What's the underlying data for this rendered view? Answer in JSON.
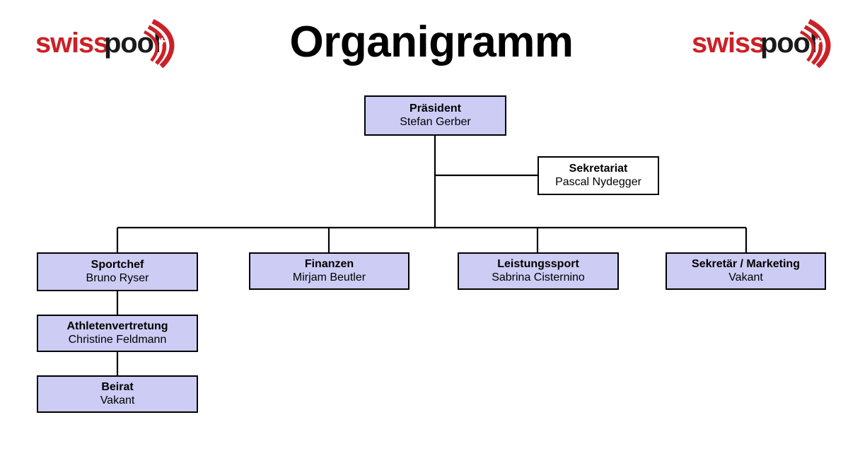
{
  "page": {
    "title": "Organigramm",
    "background_color": "#ffffff",
    "box_fill_color": "#ccccf5",
    "box_fill_color_alt": "#ffffff",
    "border_color": "#000000",
    "connector_color": "#000000"
  },
  "logos": [
    {
      "name": "swisspool-logo-left",
      "text_part_1": "swiss",
      "text_part_2": "pool",
      "color_1": "#cc2027",
      "color_2": "#1a1a1a",
      "swoosh_color": "#cc2027"
    },
    {
      "name": "swisspool-logo-right",
      "text_part_1": "swiss",
      "text_part_2": "pool",
      "color_1": "#cc2027",
      "color_2": "#1a1a1a",
      "swoosh_color": "#cc2027"
    }
  ],
  "chart_data": {
    "type": "diagram",
    "diagram_kind": "org-chart",
    "title": "Organigramm",
    "nodes": [
      {
        "id": "praesident",
        "role": "Präsident",
        "person": "Stefan Gerber",
        "fill": "#ccccf5",
        "level": 0
      },
      {
        "id": "sekretariat",
        "role": "Sekretariat",
        "person": "Pascal Nydegger",
        "fill": "#ffffff",
        "level": 1
      },
      {
        "id": "sportchef",
        "role": "Sportchef",
        "person": "Bruno Ryser",
        "fill": "#ccccf5",
        "level": 2
      },
      {
        "id": "finanzen",
        "role": "Finanzen",
        "person": "Mirjam Beutler",
        "fill": "#ccccf5",
        "level": 2
      },
      {
        "id": "leistungssport",
        "role": "Leistungssport",
        "person": "Sabrina Cisternino",
        "fill": "#ccccf5",
        "level": 2
      },
      {
        "id": "sekretaer",
        "role": "Sekretär / Marketing",
        "person": "Vakant",
        "fill": "#ccccf5",
        "level": 2
      },
      {
        "id": "athletenvertretung",
        "role": "Athletenvertretung",
        "person": "Christine Feldmann",
        "fill": "#ccccf5",
        "level": 3
      },
      {
        "id": "beirat",
        "role": "Beirat",
        "person": "Vakant",
        "fill": "#ccccf5",
        "level": 4
      }
    ],
    "edges": [
      {
        "from": "praesident",
        "to": "sekretariat"
      },
      {
        "from": "praesident",
        "to": "sportchef"
      },
      {
        "from": "praesident",
        "to": "finanzen"
      },
      {
        "from": "praesident",
        "to": "leistungssport"
      },
      {
        "from": "praesident",
        "to": "sekretaer"
      },
      {
        "from": "sportchef",
        "to": "athletenvertretung"
      },
      {
        "from": "athletenvertretung",
        "to": "beirat"
      }
    ]
  }
}
